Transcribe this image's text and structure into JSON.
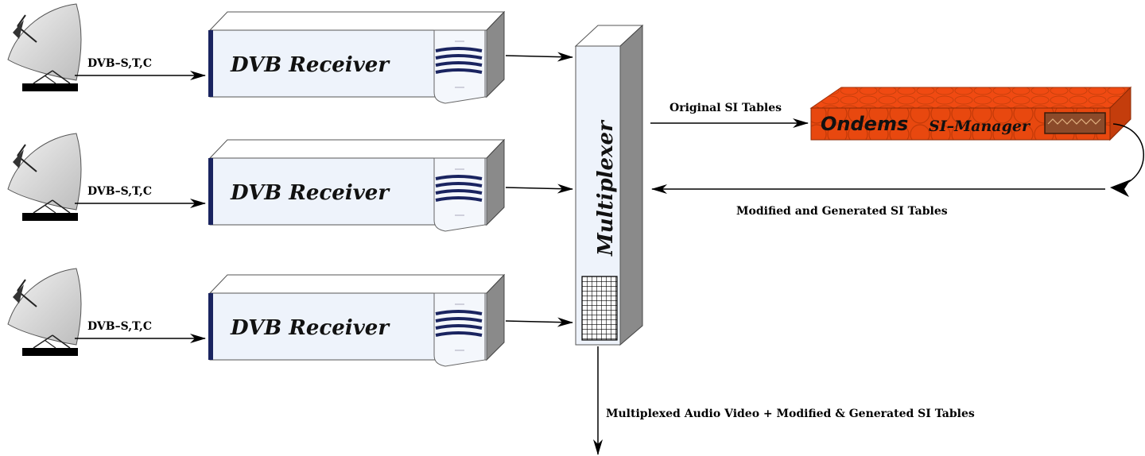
{
  "diagram": {
    "input_label": "DVB–S,T,C",
    "receiver_label": "DVB Receiver",
    "multiplexer_label": "Multiplexer",
    "si_manager": {
      "brand": "Ondems",
      "product": "SI–Manager"
    },
    "original_si_label": "Original SI Tables",
    "modified_si_label": "Modified and Generated SI Tables",
    "output_label": "Multiplexed Audio Video + Modified & Generated SI Tables",
    "colors": {
      "receiver_face": "#eef3fb",
      "receiver_side": "#8a8a8a",
      "receiver_accent": "#1a2460",
      "multiplexer_face": "#eef3fb",
      "si_manager_body": "#e8480f",
      "si_manager_top": "#f04a12",
      "dish": "#d9d9d9"
    }
  }
}
